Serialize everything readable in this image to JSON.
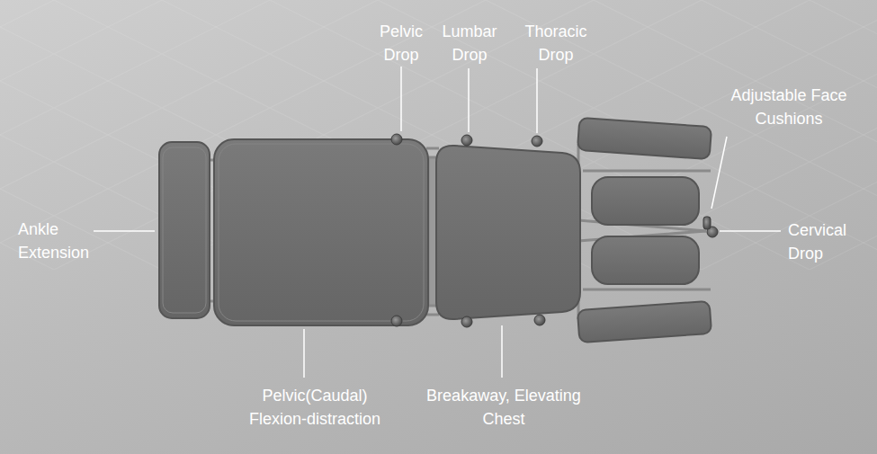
{
  "diagram": {
    "labels": [
      "Pelvic Drop",
      "Lumbar Drop",
      "Thoracic Drop",
      "Adjustable Face Cushions",
      "Ankle Extension",
      "Cervical Drop",
      "Pelvic(Caudal) Flexion-distraction",
      "Breakaway, Elevating Chest"
    ]
  }
}
